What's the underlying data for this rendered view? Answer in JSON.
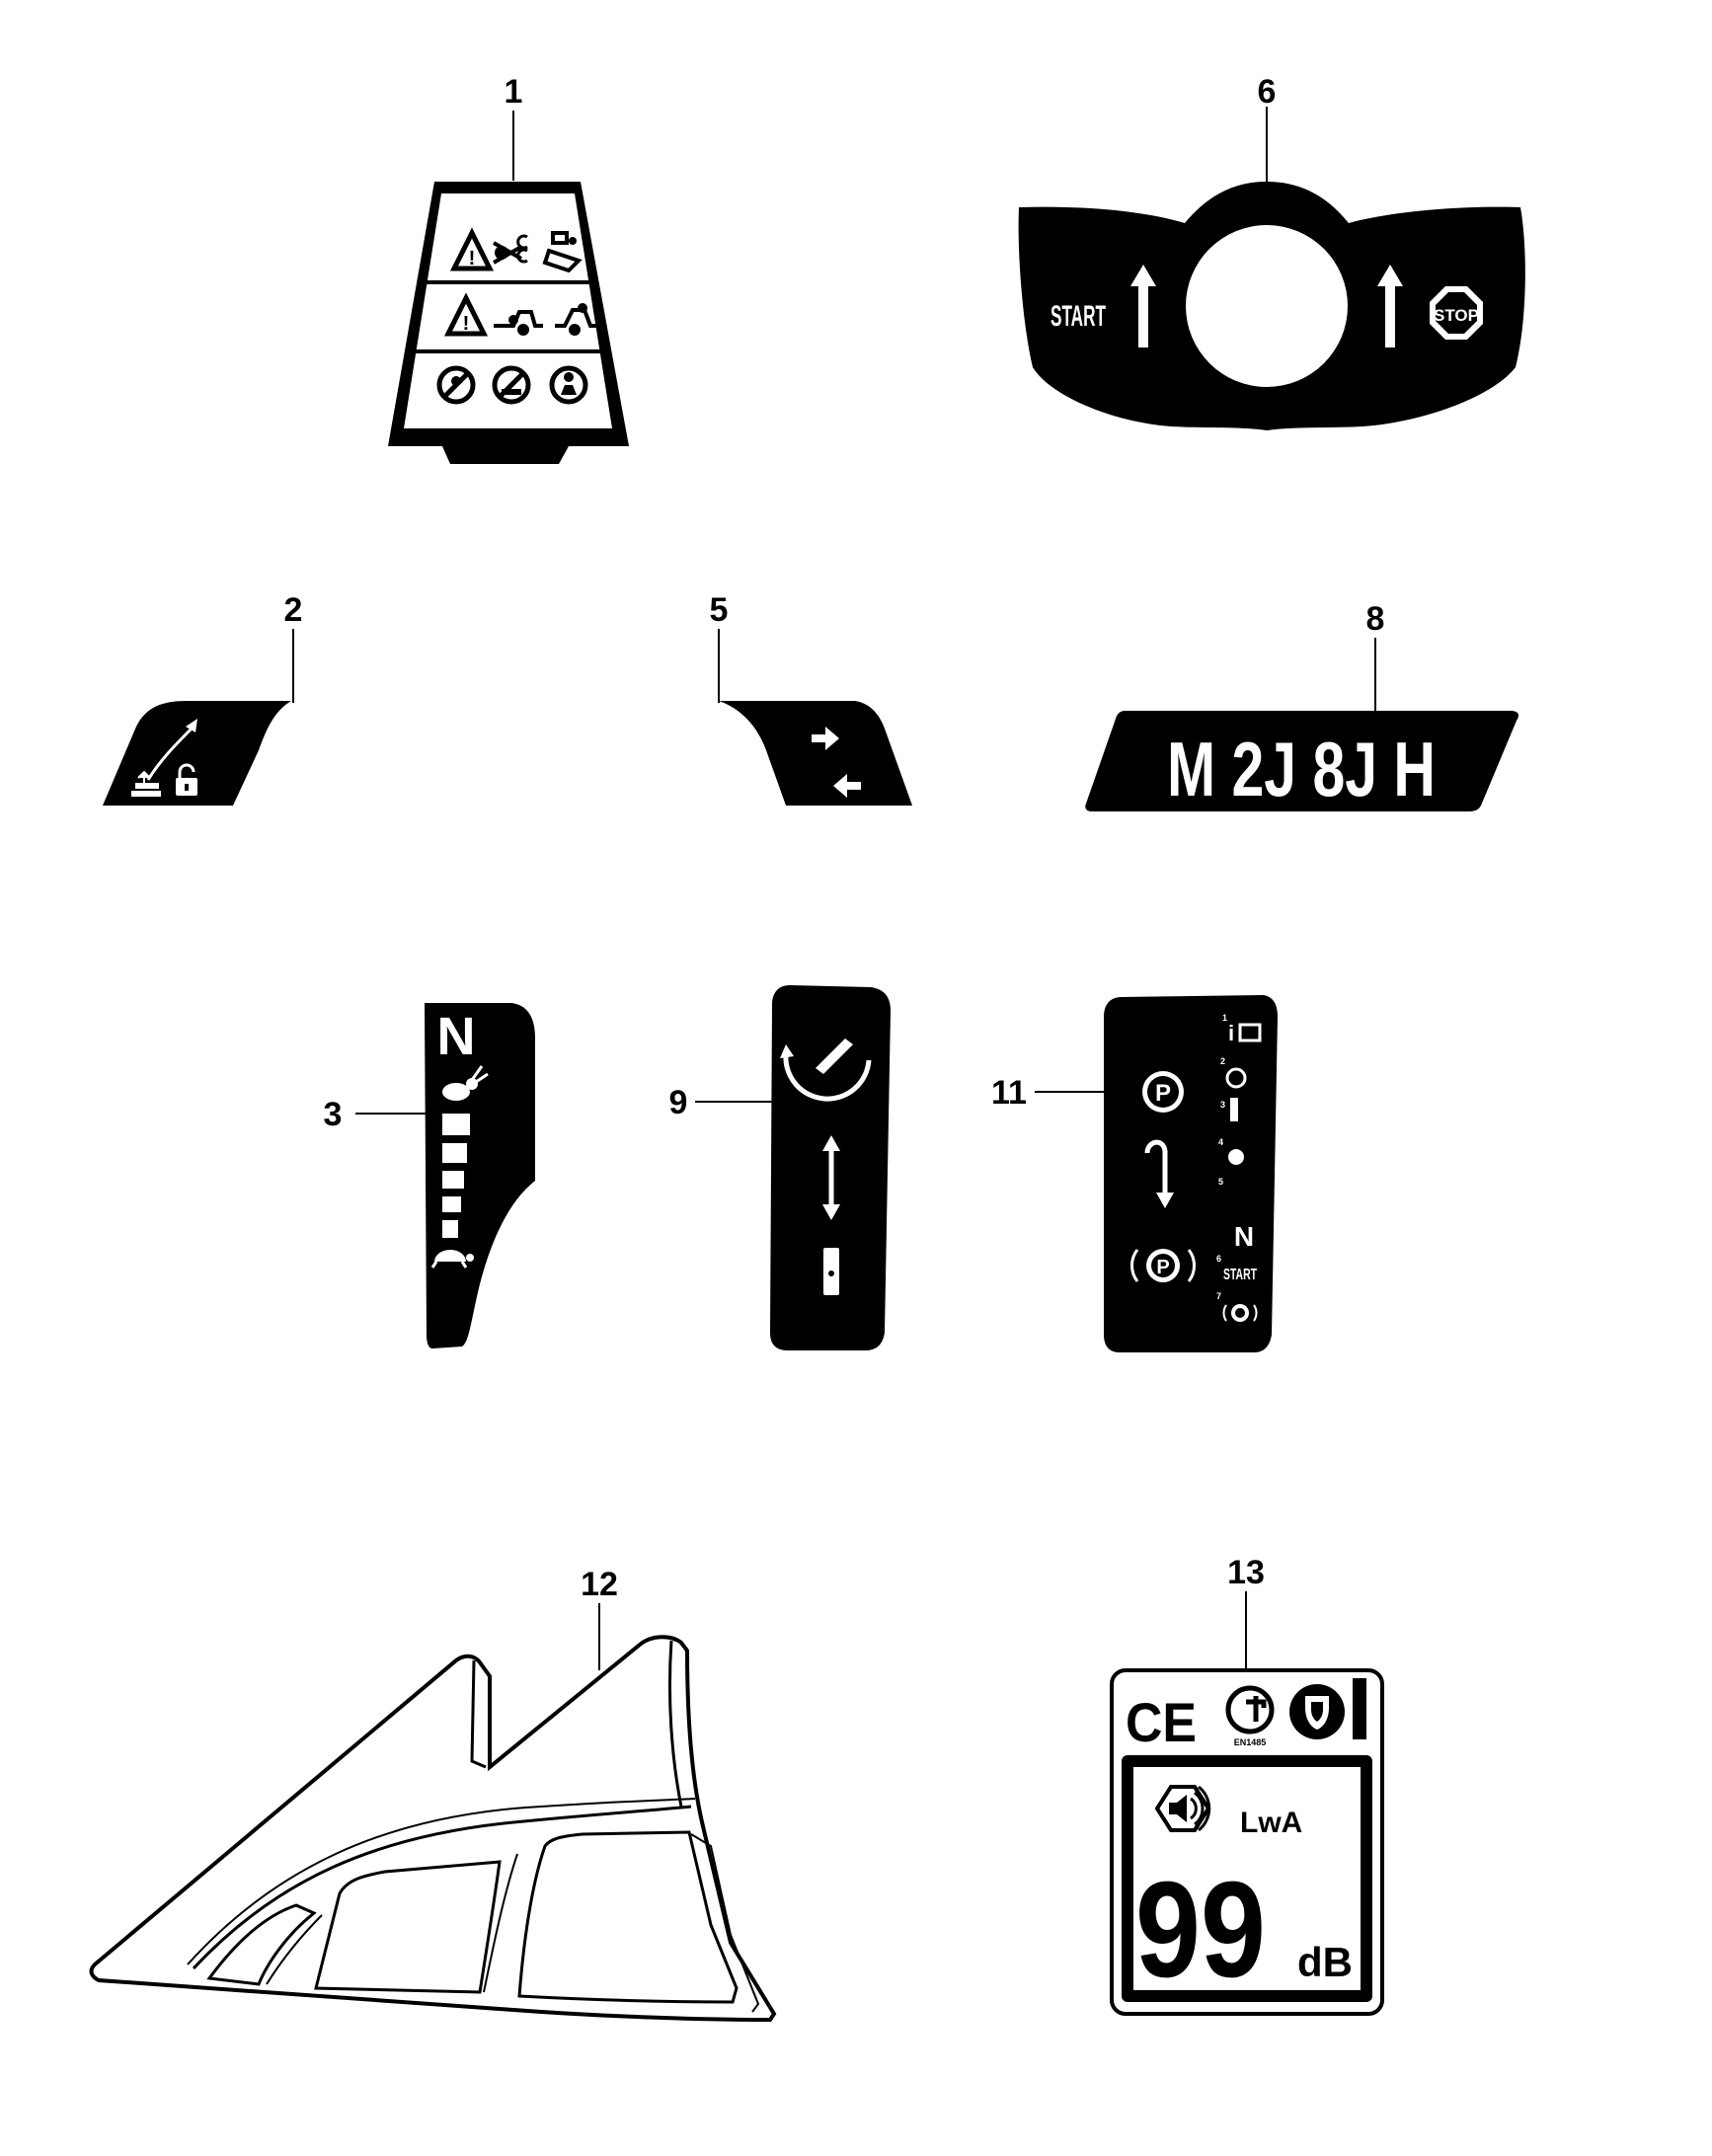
{
  "callouts": {
    "c1": "1",
    "c2": "2",
    "c3": "3",
    "c5": "5",
    "c6": "6",
    "c8": "8",
    "c9": "9",
    "c11": "11",
    "c12": "12",
    "c13": "13"
  },
  "decal6": {
    "start": "START",
    "stop": "STOP"
  },
  "decal8": {
    "text": "M  2J  8J  H"
  },
  "decal3": {
    "neutral": "N"
  },
  "decal11": {
    "steps": [
      "1",
      "2",
      "3",
      "4",
      "5",
      "6",
      "7"
    ],
    "neutral": "N",
    "start": "START",
    "park": "P"
  },
  "decal13": {
    "ce": "CE",
    "standard": "EN1485",
    "lwa": "LwA",
    "value": "99",
    "unit": "dB"
  },
  "colors": {
    "ink": "#000000",
    "paper": "#ffffff"
  }
}
